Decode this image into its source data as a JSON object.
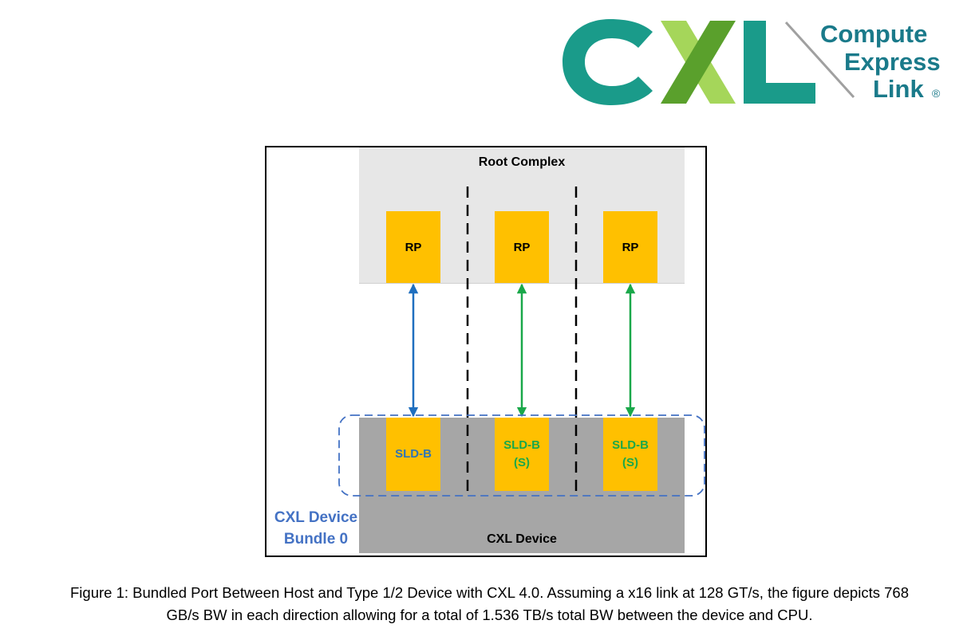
{
  "logo": {
    "letters": [
      "C",
      "X",
      "L"
    ],
    "tagline": [
      "Compute",
      "Express",
      "Link"
    ],
    "mark": "®",
    "colors": {
      "teal": "#1a9b8a",
      "green": "#8cc63f",
      "dark_green": "#5aa02c",
      "divider": "#a0a0a0"
    }
  },
  "diagram": {
    "root_complex_label": "Root Complex",
    "device_label": "CXL Device",
    "root_ports": [
      {
        "label": "RP"
      },
      {
        "label": "RP"
      },
      {
        "label": "RP"
      }
    ],
    "sld_ports": [
      {
        "line1": "SLD-B",
        "line2": "",
        "color": "#2e75b6"
      },
      {
        "line1": "SLD-B",
        "line2": "(S)",
        "color": "#1aa84a"
      },
      {
        "line1": "SLD-B",
        "line2": "(S)",
        "color": "#1aa84a"
      }
    ],
    "bundle_label": [
      "CXL Device",
      "Bundle 0"
    ],
    "colors": {
      "box_fill": "#ffc000",
      "root_fill": "#e7e7e7",
      "device_fill": "#a6a6a6",
      "primary_link": "#1f6fbf",
      "secondary_link": "#1aa84a",
      "bundle_outline": "#4472c4"
    }
  },
  "caption": {
    "line1": "Figure 1: Bundled Port Between Host and Type 1/2 Device with CXL 4.0. Assuming a x16 link at 128 GT/s, the figure depicts 768",
    "line2": "GB/s BW in each direction allowing for a total of 1.536 TB/s total BW between the device and CPU."
  }
}
